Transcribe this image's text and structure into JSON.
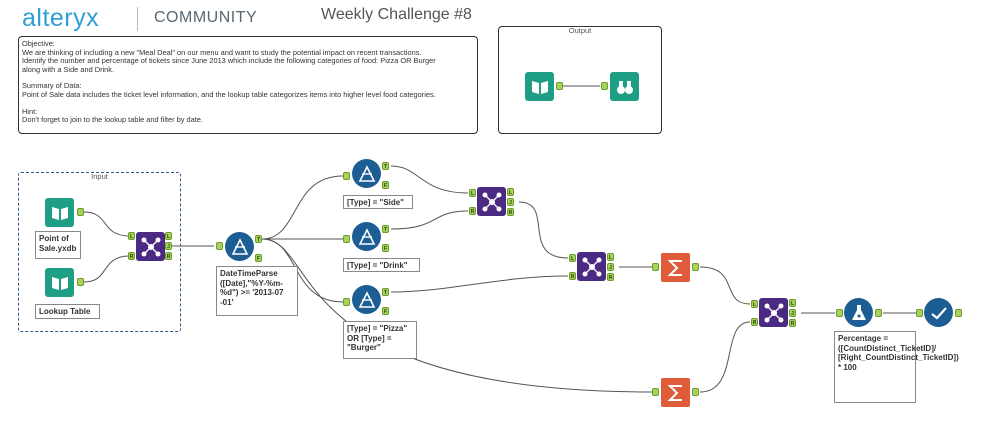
{
  "header": {
    "logo_text": "alteryx",
    "community_text": "COMMUNITY",
    "challenge_title": "Weekly Challenge #8"
  },
  "comment": {
    "objective_heading": "Objective:",
    "objective_line1": "We are thinking of including a new \"Meal Deal\" on our menu and want to study the potential impact on recent transactions.",
    "objective_line2": "Identify the number and percentage of tickets since June 2013 which include the following categories of food: Pizza OR Burger",
    "objective_line3": "along with a Side and Drink.",
    "summary_heading": "Summary of Data:",
    "summary_line": "Point of Sale data includes the ticket level information, and the lookup table categorizes items into higher level food categories.",
    "hint_heading": "Hint:",
    "hint_line": "Don't forget to join to the lookup table and filter by date."
  },
  "containers": {
    "output_title": "Output",
    "input_title": "Input"
  },
  "tools": {
    "input_pos_label": "Point of Sale.yxdb",
    "input_lookup_label": "Lookup Table",
    "date_filter_label": "DateTimeParse ([Date],\"%Y-%m-%d\") >= '2013-07 -01'",
    "side_filter_label": "[Type] = \"Side\"",
    "drink_filter_label": "[Type] = \"Drink\"",
    "food_filter_label": "[Type] = \"Pizza\" OR [Type] = \"Burger\"",
    "formula_label": "Percentage = ([CountDistinct_TicketID]/ [Right_CountDistinct_TicketID]) * 100"
  },
  "anchors": {
    "L": "L",
    "J": "J",
    "R": "R",
    "T": "T",
    "F": "F"
  },
  "colors": {
    "brand_blue": "#2f9fd6",
    "input_green": "#1e9f85",
    "filter_blue": "#1c5d94",
    "join_purple": "#4a2a82",
    "summarize_orange": "#e05b3a",
    "anchor_green": "#a6d45a"
  }
}
